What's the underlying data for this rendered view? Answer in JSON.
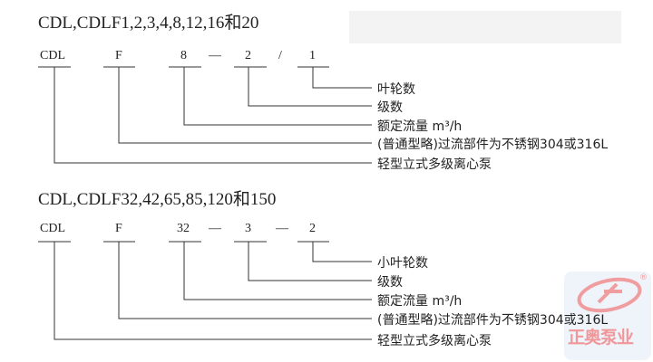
{
  "section1": {
    "title": "CDL,CDLF1,2,3,4,8,12,16和20",
    "codes": [
      "CDL",
      "F",
      "8",
      "—",
      "2",
      "/",
      "1"
    ],
    "labels": [
      "叶轮数",
      "级数",
      "额定流量 m³/h",
      "(普通型略)过流部件为不锈钢304或316L",
      "轻型立式多级离心泵"
    ]
  },
  "section2": {
    "title": "CDL,CDLF32,42,65,85,120和150",
    "codes": [
      "CDL",
      "F",
      "32",
      "—",
      "3",
      "—",
      "2"
    ],
    "labels": [
      "小叶轮数",
      "级数",
      "额定流量 m³/h",
      "(普通型略)过流部件为不锈钢304或316L",
      "轻型立式多级离心泵"
    ]
  },
  "watermark": {
    "brand": "正奥泵业",
    "reg": "®"
  },
  "colors": {
    "line": "#333333",
    "text": "#222222"
  }
}
